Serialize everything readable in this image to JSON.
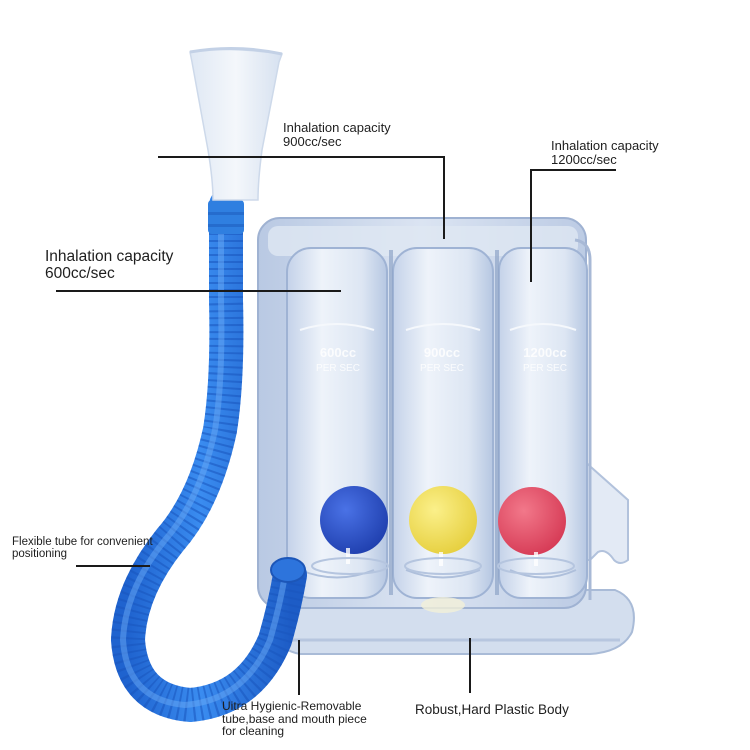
{
  "product": {
    "name": "Three-ball incentive spirometer",
    "colors": {
      "tube": "#2f7fe0",
      "tube_dark": "#1f5fc0",
      "mouthpiece": "#e6eef7",
      "body": "#c9d6ea",
      "body_edge": "#9fb2d2",
      "ball_blue": "#2a4fc9",
      "ball_yellow": "#f1e25c",
      "ball_red": "#e54a62",
      "leader_line": "#1a1a1a"
    },
    "chambers": [
      {
        "id": "left",
        "engraving_value": "600cc",
        "engraving_unit": "PER SEC",
        "ball": "blue"
      },
      {
        "id": "middle",
        "engraving_value": "900cc",
        "engraving_unit": "PER SEC",
        "ball": "yellow"
      },
      {
        "id": "right",
        "engraving_value": "1200cc",
        "engraving_unit": "PER SEC",
        "ball": "red"
      }
    ]
  },
  "annotations": {
    "cap600": {
      "line1": "Inhalation capacity",
      "line2": "600cc/sec"
    },
    "cap900": {
      "line1": "Inhalation capacity",
      "line2": "900cc/sec"
    },
    "cap1200": {
      "line1": "Inhalation capacity",
      "line2": "1200cc/sec"
    },
    "flexible": {
      "line1": "Flexible tube for convenient",
      "line2": "positioning"
    },
    "hygienic": {
      "line1": "Uitra Hygienic-Removable",
      "line2": "tube,base and mouth piece",
      "line3": "for cleaning"
    },
    "body": {
      "line1": "Robust,Hard Plastic Body"
    }
  }
}
